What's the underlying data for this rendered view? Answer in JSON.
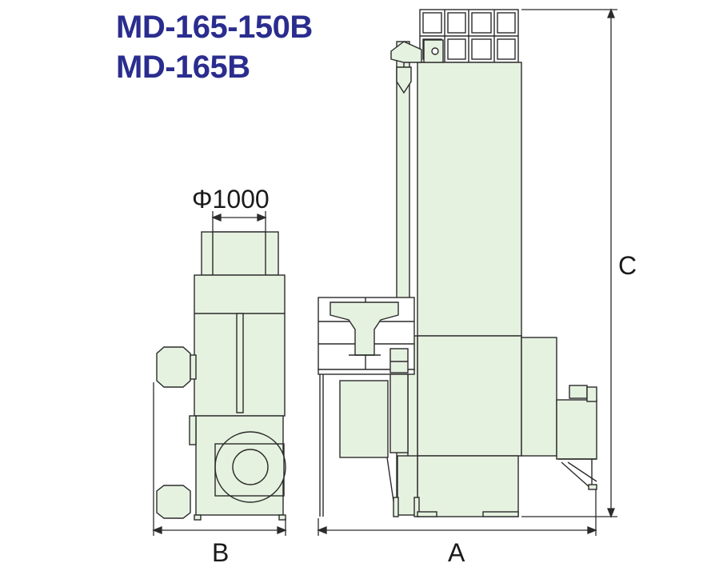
{
  "titles": {
    "line1": "MD-165-150B",
    "line2": "MD-165B"
  },
  "dimensions": {
    "diameter": "Φ1000",
    "width_b": "B",
    "length_a": "A",
    "height_c": "C"
  },
  "colors": {
    "title": "#2a2d8e",
    "body_fill": "#e6f2e0",
    "line": "#2b2b2b"
  }
}
